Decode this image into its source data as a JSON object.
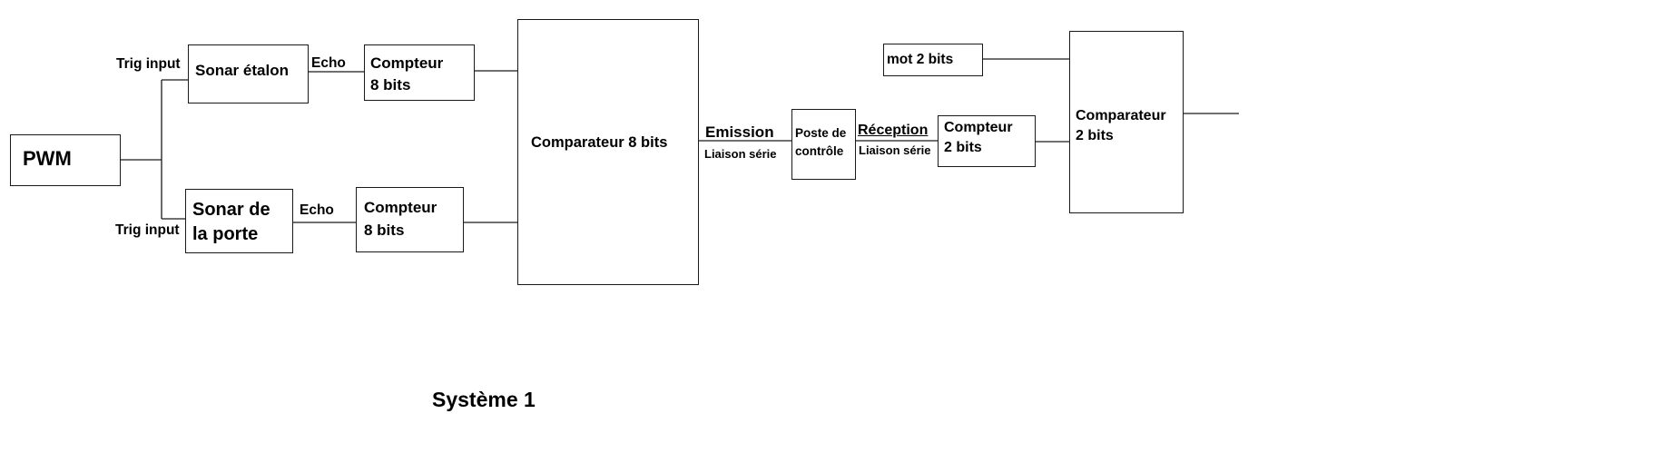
{
  "blocks": {
    "pwm": "PWM",
    "sonar_etalon": "Sonar étalon",
    "sonar_porte_line1": "Sonar de",
    "sonar_porte_line2": "la porte",
    "compteur_top_line1": "Compteur",
    "compteur_top_line2": "8 bits",
    "compteur_bottom_line1": "Compteur",
    "compteur_bottom_line2": "8 bits",
    "comparateur_8": "Comparateur 8 bits",
    "poste_line1": "Poste de",
    "poste_line2": "contrôle",
    "compteur_2_line1": "Compteur",
    "compteur_2_line2": "2 bits",
    "mot_2_bits": "mot 2 bits",
    "comparateur_2_line1": "Comparateur",
    "comparateur_2_line2": "2 bits"
  },
  "labels": {
    "trig_input_top": "Trig input",
    "trig_input_bottom": "Trig input",
    "echo_top": "Echo",
    "echo_bottom": "Echo",
    "emission": "Emission",
    "liaison_serie_left": "Liaison série",
    "reception": "Réception",
    "liaison_serie_right": "Liaison série"
  },
  "caption": "Système 1"
}
